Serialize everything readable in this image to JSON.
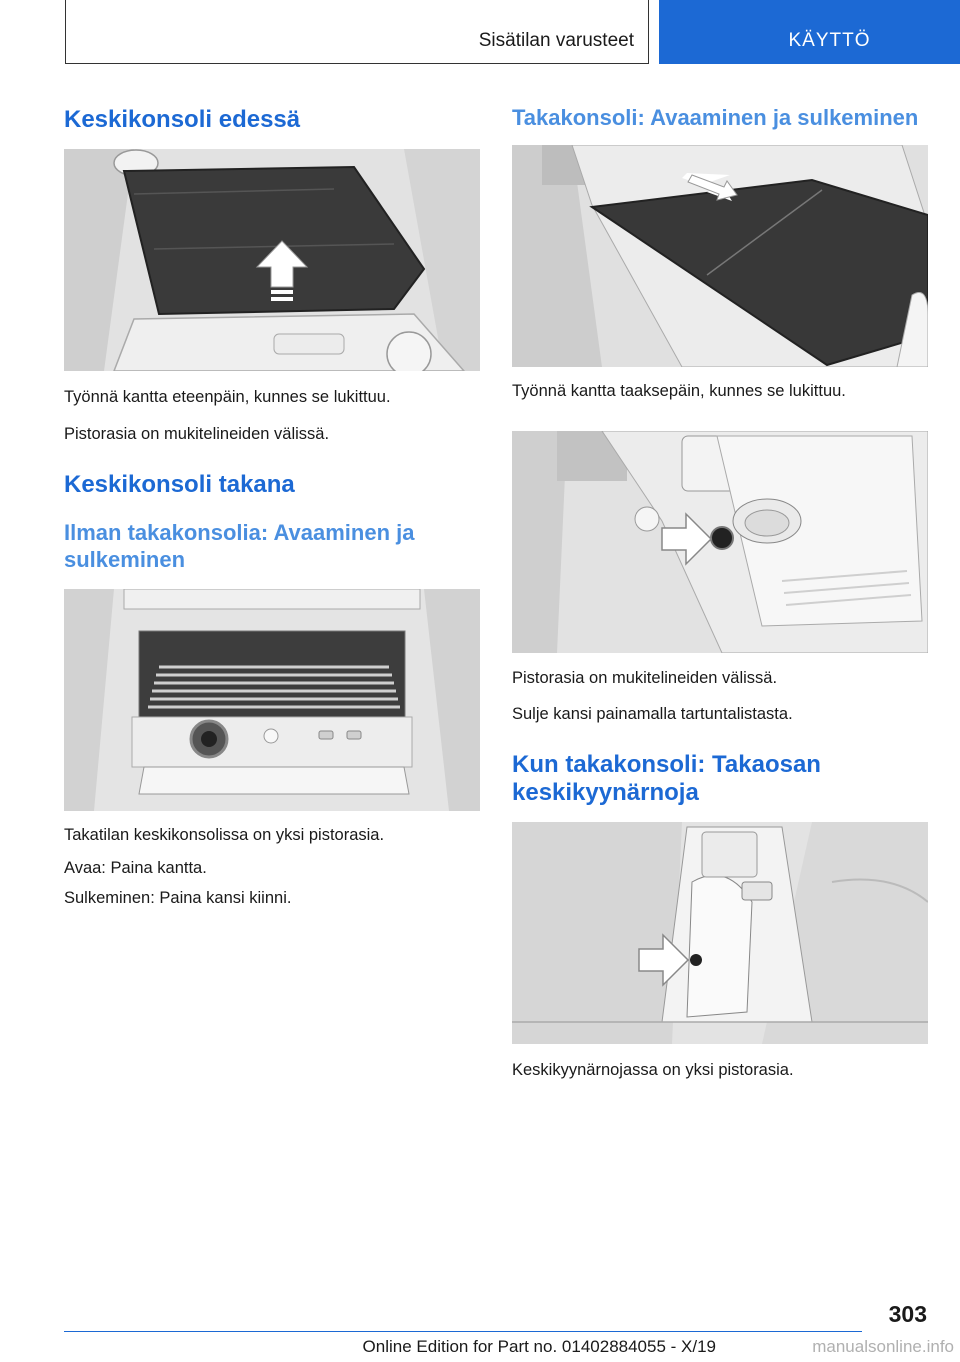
{
  "header": {
    "section": "Sisätilan varusteet",
    "tab": "KÄYTTÖ"
  },
  "left": {
    "heading1": "Keskikonsoli edessä",
    "fig1_caption": "Työnnä kantta eteenpäin, kunnes se lukittuu.",
    "text1": "Pistorasia on mukitelineiden välissä.",
    "heading2": "Keskikonsoli takana",
    "subheading": "Ilman takakonsolia: Avaaminen ja sulkeminen",
    "fig2_caption": "Takatilan keskikonsolissa on yksi pistorasia.",
    "text2": "Avaa: Paina kantta.",
    "text3": "Sulkeminen: Paina kansi kiinni."
  },
  "right": {
    "subheading1": "Takakonsoli: Avaaminen ja sulkeminen",
    "fig1_caption": "Työnnä kantta taaksepäin, kunnes se lukittuu.",
    "fig2_caption": "Pistorasia on mukitelineiden välissä.",
    "text1": "Sulje kansi painamalla tartuntalistasta.",
    "heading": "Kun takakonsoli: Takaosan keskikyynärnoja",
    "fig3_caption": "Keskikyynärnojassa on yksi pistorasia."
  },
  "footer": {
    "page_number": "303",
    "edition": "Online Edition for Part no. 01402884055 - X/19",
    "watermark": "manualsonline.info"
  }
}
